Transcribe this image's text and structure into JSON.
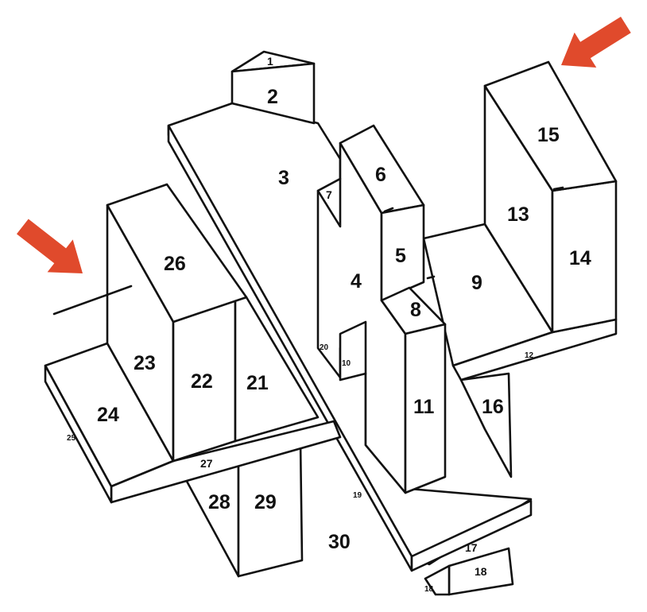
{
  "figure": {
    "annotation_color": "#e04a2c",
    "arrow_count": 2,
    "labels": {
      "p1": "1",
      "p2": "2",
      "p3": "3",
      "p4": "4",
      "p5": "5",
      "p6": "6",
      "p7": "7",
      "p8": "8",
      "p9": "9",
      "p10": "10",
      "p11": "11",
      "p12": "12",
      "p13": "13",
      "p14": "14",
      "p15": "15",
      "p16": "16",
      "p17": "17",
      "p18": "18",
      "p19": "19",
      "p20": "20",
      "p21": "21",
      "p22": "22",
      "p23": "23",
      "p24": "24",
      "p25": "25",
      "p26": "26",
      "p27": "27",
      "p28": "28",
      "p29": "29",
      "p30": "30"
    }
  }
}
